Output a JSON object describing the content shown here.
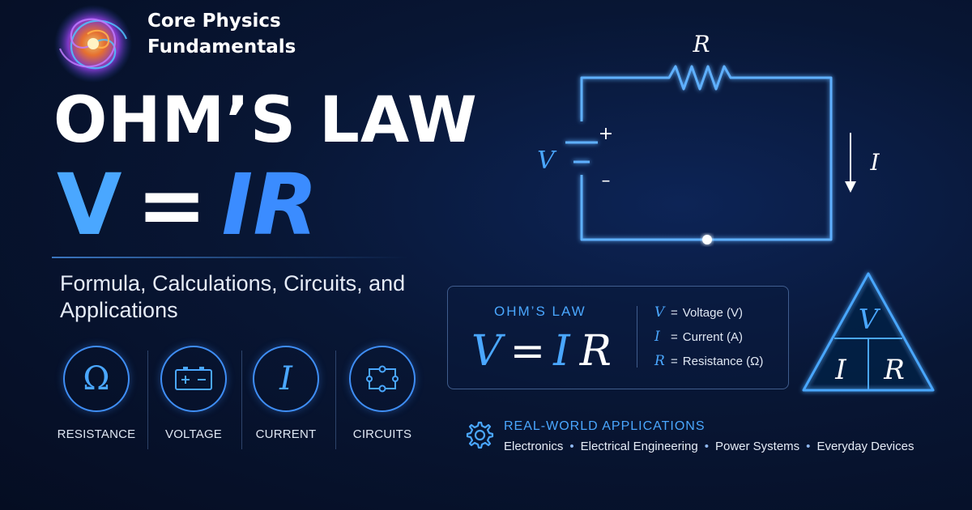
{
  "brand": {
    "name": "Core Physics Fundamentals",
    "logo_icon": "spiral-galaxy-logo"
  },
  "hero": {
    "title": "OHM’S LAW",
    "formula": {
      "v": "V",
      "eq": "=",
      "ir": "IR"
    },
    "subtitle": "Formula, Calculations, Circuits, and Applications"
  },
  "topics": [
    {
      "label": "RESISTANCE",
      "icon": "omega-icon",
      "glyph": "Ω"
    },
    {
      "label": "VOLTAGE",
      "icon": "battery-icon",
      "glyph": "+ −"
    },
    {
      "label": "CURRENT",
      "icon": "current-i-icon",
      "glyph": "I"
    },
    {
      "label": "CIRCUITS",
      "icon": "circuit-icon",
      "glyph": ""
    }
  ],
  "circuit": {
    "resistor_label": "R",
    "voltage_label": "V",
    "current_label": "I",
    "plus_sign": "+",
    "minus_sign": "–"
  },
  "formula_card": {
    "title": "OHM’S LAW",
    "formula": {
      "v": "V",
      "eq": "=",
      "i": "I",
      "r": "R"
    },
    "legend": [
      {
        "symbol": "V",
        "text": "Voltage (V)"
      },
      {
        "symbol": "I",
        "text": "Current (A)"
      },
      {
        "symbol": "R",
        "text": "Resistance (Ω)"
      }
    ]
  },
  "triangle": {
    "top": "V",
    "bottom_left": "I",
    "bottom_right": "R"
  },
  "applications": {
    "title": "REAL-WORLD APPLICATIONS",
    "icon": "gear-icon",
    "items": [
      "Electronics",
      "Electrical Engineering",
      "Power Systems",
      "Everyday Devices"
    ]
  },
  "colors": {
    "accent": "#4aa7ff",
    "accent_deep": "#3b8cff",
    "background": "#071431",
    "text": "#ffffff"
  }
}
